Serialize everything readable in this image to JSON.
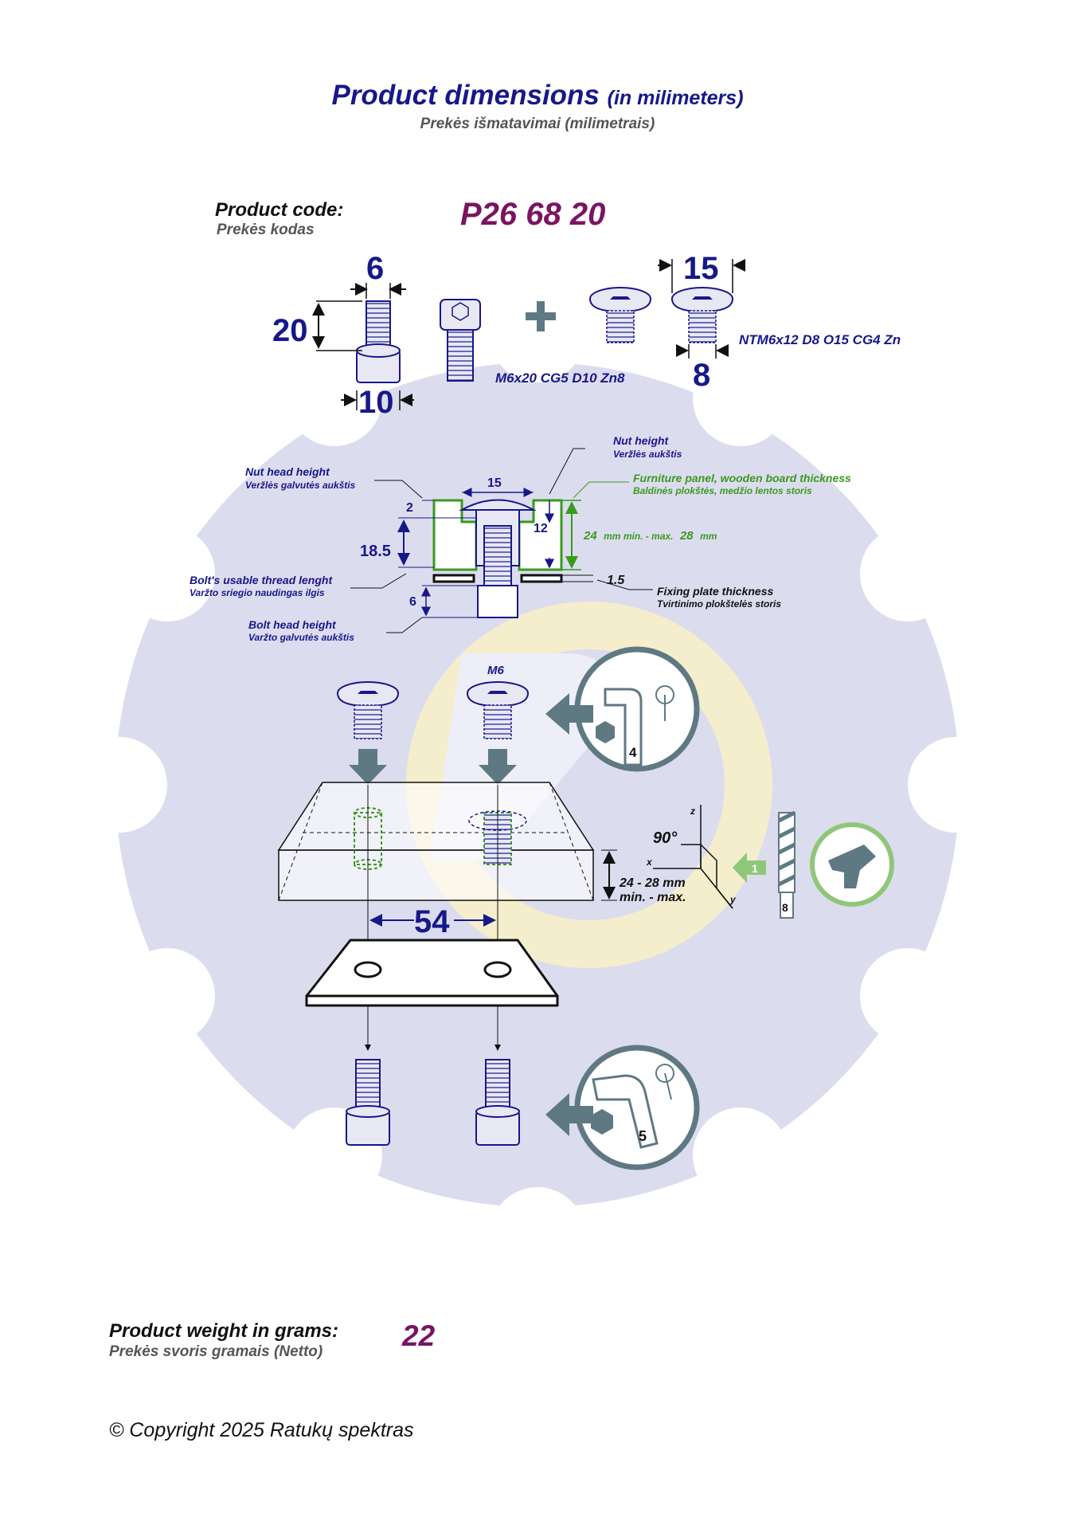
{
  "header": {
    "title": "Product dimensions",
    "title_suffix": "(in milimeters)",
    "subtitle": "Prekės išmatavimai (milimetrais)"
  },
  "product_code": {
    "label": "Product code:",
    "label_lt": "Prekės kodas",
    "value": "P26 68 20"
  },
  "bolt": {
    "dim_diameter": "6",
    "dim_length": "20",
    "dim_head": "10",
    "spec": "M6x20 CG5 D10 Zn8"
  },
  "nut": {
    "dim_head": "15",
    "dim_body": "8",
    "spec": "NTM6x12 D8 O15 CG4 Zn"
  },
  "section": {
    "nut_height_en": "Nut height",
    "nut_height_lt": "Veržlės aukštis",
    "nut_head_height_en": "Nut head height",
    "nut_head_height_lt": "Veržlės galvutės aukštis",
    "panel_en": "Furniture panel, wooden board thickness",
    "panel_lt": "Baldinės plokštės, medžio lentos storis",
    "thread_en": "Bolt's usable thread lenght",
    "thread_lt": "Varžto sriegio naudingas ilgis",
    "bolt_head_en": "Bolt head height",
    "bolt_head_lt": "Varžto galvutės aukštis",
    "plate_en": "Fixing plate thickness",
    "plate_lt": "Tvirtinimo plokštelės storis",
    "dim_15": "15",
    "dim_2": "2",
    "dim_12": "12",
    "dim_18_5": "18.5",
    "dim_6": "6",
    "dim_1_5": "1.5",
    "range_min": "24",
    "range_min_unit": "mm min. - max.",
    "range_max": "28",
    "range_max_unit": "mm"
  },
  "assembly": {
    "thread_label": "M6",
    "hex_key_top": "4",
    "hex_key_bottom": "5",
    "angle": "90°",
    "axis_x": "x",
    "axis_y": "y",
    "axis_z": "z",
    "thickness_range": "24 - 28 mm",
    "thickness_note": "min. - max.",
    "spacing": "54",
    "drill_size": "8",
    "step": "1"
  },
  "weight": {
    "label": "Product weight in grams:",
    "label_lt": "Prekės svoris gramais (Netto)",
    "value": "22"
  },
  "footer": {
    "copyright": "© Copyright 2025 Ratukų spektras"
  },
  "colors": {
    "navy": "#16188a",
    "purple": "#7a1462",
    "green": "#3a9a1c",
    "grey_blue": "#5f7983",
    "background_gear": "#dcdcef"
  }
}
